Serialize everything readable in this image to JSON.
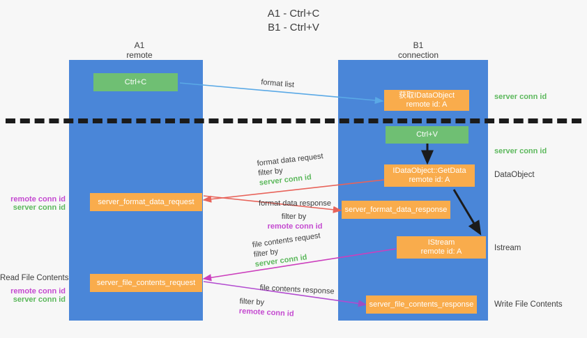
{
  "title": "A1 - Ctrl+C\nB1 - Ctrl+V",
  "lanes": [
    {
      "name": "A1",
      "sub": "remote",
      "header": "A1\nremote",
      "color": "#4a86d8"
    },
    {
      "name": "B1",
      "sub": "connection",
      "header": "B1\nconnection",
      "color": "#4a86d8"
    }
  ],
  "boxes": {
    "ctrl_c": "Ctrl+C",
    "ctrl_v": "Ctrl+V",
    "get_idataobject": "获取IDataObject\nremote id: A",
    "idataobject_getdata": "IDataObject::GetData\nremote id: A",
    "istream": "IStream\nremote id: A",
    "server_format_data_request": "server_format_data_request",
    "server_format_data_response": "server_format_data_response",
    "server_file_contents_request": "server_file_contents_request",
    "server_file_contents_response": "server_file_contents_response"
  },
  "arrow_labels": {
    "format_list": "format list",
    "format_data_request": "format data request",
    "format_data_request_filter_prefix": "filter by ",
    "format_data_request_filter_value": "server conn id",
    "format_data_response": "format data response",
    "format_data_response_filter_prefix": "filter by ",
    "format_data_response_filter_value": "remote conn id",
    "file_contents_request": "file contents request",
    "file_contents_request_filter_prefix": "filter by ",
    "file_contents_request_filter_value": "server conn id",
    "file_contents_response": "file contents response",
    "file_contents_response_filter_prefix": "filter by ",
    "file_contents_response_filter_value": "remote conn id"
  },
  "right_annotations": {
    "server_conn_id_top": "server conn id",
    "server_conn_id_mid": "server conn id",
    "dataobject": "DataObject",
    "istream": "Istream",
    "write_file_contents": "Write File Contents"
  },
  "left_annotations": {
    "remote_conn_id_1": "remote conn id",
    "server_conn_id_1": "server conn id",
    "read_file_contents": "Read File Contents",
    "remote_conn_id_2": "remote conn id",
    "server_conn_id_2": "server conn id"
  },
  "colors": {
    "lane": "#4a86d8",
    "green_box": "#6fbf73",
    "orange_box": "#f9ac4c",
    "green_text": "#5cb85c",
    "pink_text": "#c44ad0",
    "blue_arrow": "#5aa9e6",
    "red_arrow": "#e8635a",
    "magenta_arrow": "#cc3fbd",
    "purple_arrow": "#9b4fc4",
    "black_arrow": "#1b1b1b",
    "background": "#f7f7f7"
  }
}
